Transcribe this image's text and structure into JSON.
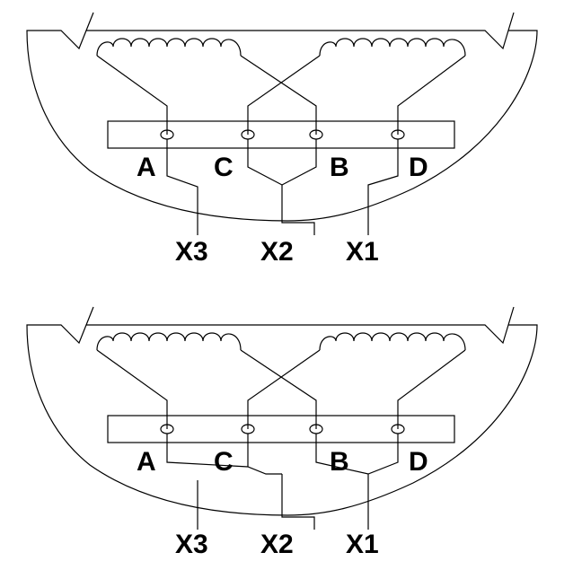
{
  "diagrams": [
    {
      "terminals": {
        "a": "A",
        "c": "C",
        "b": "B",
        "d": "D"
      },
      "outputs": {
        "x3": "X3",
        "x2": "X2",
        "x1": "X1"
      }
    },
    {
      "terminals": {
        "a": "A",
        "c": "C",
        "b": "B",
        "d": "D"
      },
      "outputs": {
        "x3": "X3",
        "x2": "X2",
        "x1": "X1"
      }
    }
  ]
}
